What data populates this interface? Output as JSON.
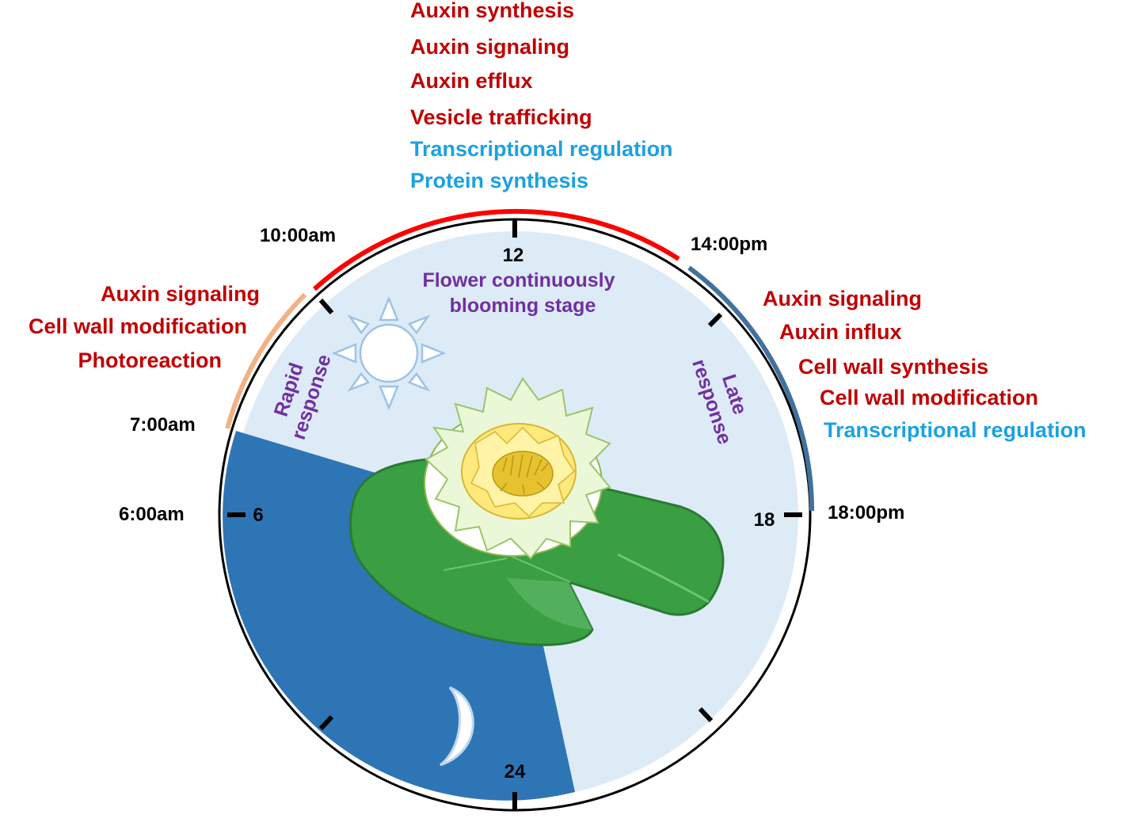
{
  "colors": {
    "process_red": "#C00000",
    "process_cyan": "#1BA1E2",
    "purple_text": "#7030A0",
    "day_fill": "#DDEBF7",
    "night_fill": "#2E75B6",
    "rapid_arc": "#F4B183",
    "peak_arc": "#FF0000",
    "late_arc": "#41719C"
  },
  "peak_processes": [
    {
      "text": "Auxin synthesis",
      "color": "#C00000"
    },
    {
      "text": "Auxin signaling",
      "color": "#C00000"
    },
    {
      "text": "Auxin efflux",
      "color": "#C00000"
    },
    {
      "text": "Vesicle trafficking",
      "color": "#C00000"
    },
    {
      "text": "Transcriptional regulation",
      "color": "#1BA1E2"
    },
    {
      "text": "Protein synthesis",
      "color": "#1BA1E2"
    }
  ],
  "rapid_processes": [
    {
      "text": "Auxin signaling",
      "color": "#C00000"
    },
    {
      "text": "Cell wall modification",
      "color": "#C00000"
    },
    {
      "text": "Photoreaction",
      "color": "#C00000"
    }
  ],
  "late_processes": [
    {
      "text": "Auxin signaling",
      "color": "#C00000"
    },
    {
      "text": "Auxin influx",
      "color": "#C00000"
    },
    {
      "text": "Cell wall synthesis",
      "color": "#C00000"
    },
    {
      "text": "Cell wall modification",
      "color": "#C00000"
    },
    {
      "text": "Transcriptional regulation",
      "color": "#1BA1E2"
    }
  ],
  "time_labels": {
    "t10": "10:00am",
    "t14": "14:00pm",
    "t7": "7:00am",
    "t6": "6:00am",
    "t18": "18:00pm"
  },
  "clock_numbers": {
    "n12": "12",
    "n6": "6",
    "n18": "18",
    "n24": "24"
  },
  "stage_label": {
    "line1": "Flower continuously",
    "line2": "blooming stage"
  },
  "rapid_label": {
    "line1": "Rapid",
    "line2": "response"
  },
  "late_label": {
    "line1": "Late",
    "line2": "response"
  },
  "icons": [
    "sun-icon",
    "moon-icon",
    "water-lily-flower-icon",
    "lily-pad-icon"
  ]
}
